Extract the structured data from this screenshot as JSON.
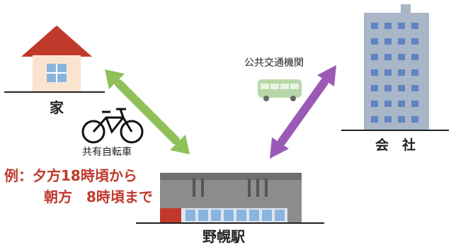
{
  "labels": {
    "home": "家",
    "company": "会　社",
    "station": "野幌駅",
    "public_transport": "公共交通機関",
    "bicycle": "共有自転車",
    "example_line1": "例：夕方18時頃から",
    "example_line2": "朝方　8時頃まで"
  },
  "colors": {
    "house_roof": "#c0392b",
    "house_wall": "#fbe4cf",
    "window": "#8ab4e0",
    "building": "#a9b6c8",
    "building_window": "#5f84c2",
    "station_body": "#8c8c8c",
    "station_band": "#c0392b",
    "bicycle_arrow": "#8fc05a",
    "transit_arrow": "#9b59b6",
    "bus": "#b7d7a8",
    "text_red": "#c0392b"
  }
}
